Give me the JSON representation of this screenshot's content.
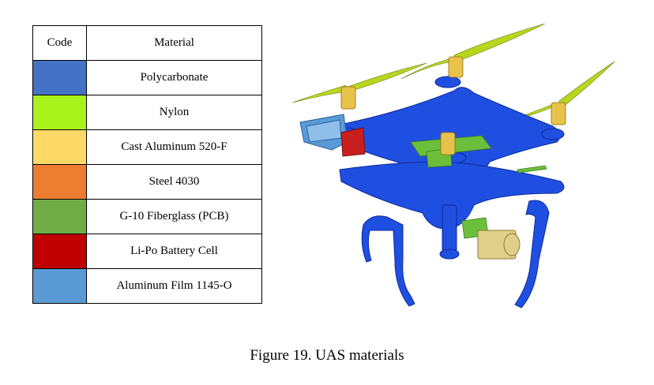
{
  "table": {
    "header_code": "Code",
    "header_material": "Material",
    "rows": [
      {
        "color": "#4472C4",
        "material": "Polycarbonate"
      },
      {
        "color": "#A9F21A",
        "material": "Nylon"
      },
      {
        "color": "#FFD966",
        "material": "Cast Aluminum 520-F"
      },
      {
        "color": "#ED7D31",
        "material": "Steel 4030"
      },
      {
        "color": "#70AD47",
        "material": "G-10 Fiberglass (PCB)"
      },
      {
        "color": "#C00000",
        "material": "Li-Po Battery Cell"
      },
      {
        "color": "#5B9BD5",
        "material": "Aluminum Film 1145-O"
      }
    ]
  },
  "figure": {
    "caption": "Figure 19. UAS materials",
    "colors": {
      "body": "#1F4FE0",
      "propeller": "#B8D61E",
      "motor": "#E8C24A",
      "pcb": "#6CBF3A",
      "battery": "#C81E1E",
      "film": "#5B9BD5",
      "camera": "#E0CF8A"
    }
  }
}
